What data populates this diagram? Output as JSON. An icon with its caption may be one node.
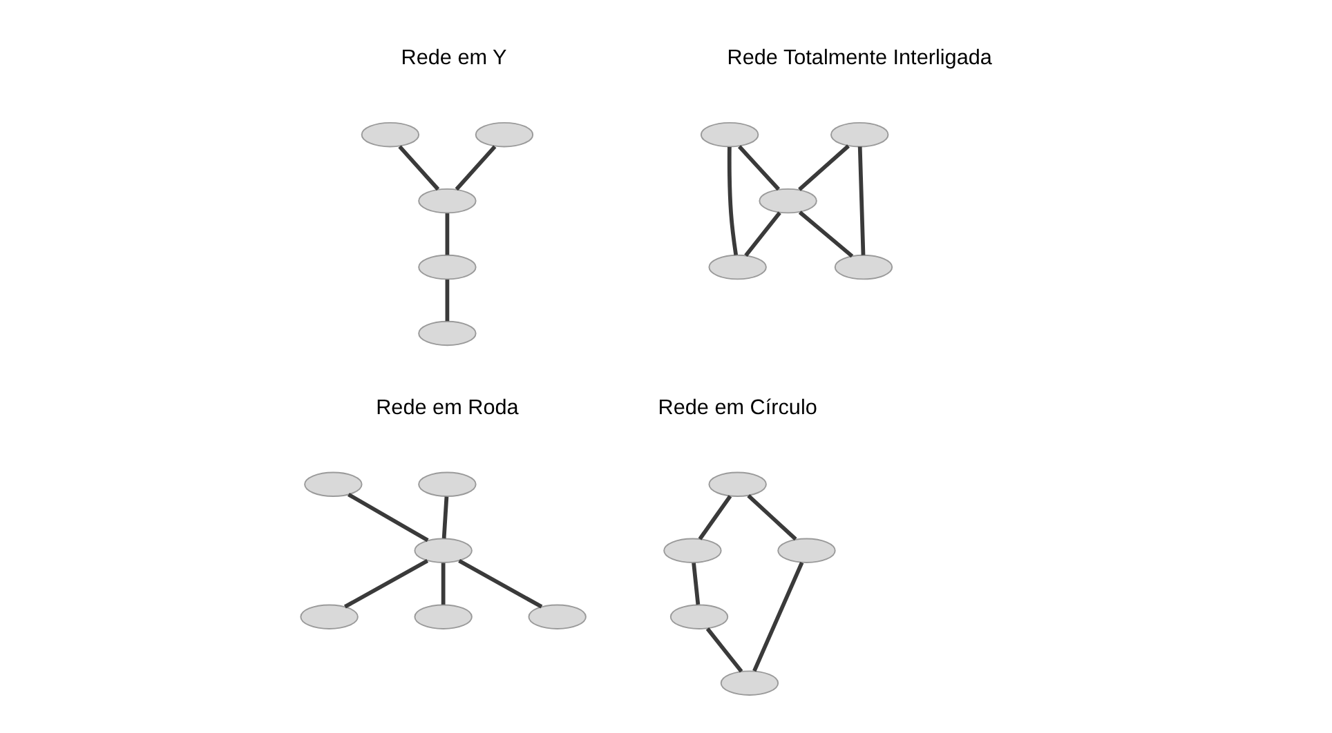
{
  "diagram": {
    "nodes": [
      {
        "text": [],
        "shape": "ellipse"
      },
      {
        "text": [],
        "shape": "ellipse"
      },
      {
        "text": [],
        "shape": "ellipse"
      },
      {
        "text": [],
        "shape": "ellipse"
      },
      {
        "text": [],
        "shape": "ellipse"
      },
      {
        "text": [],
        "shape": "ellipse"
      },
      {
        "text": [],
        "shape": "ellipse"
      },
      {
        "text": [],
        "shape": "ellipse"
      },
      {
        "text": [],
        "shape": "ellipse"
      },
      {
        "text": [],
        "shape": "ellipse"
      },
      {
        "text": [],
        "shape": "ellipse"
      },
      {
        "text": [],
        "shape": "ellipse"
      },
      {
        "text": [],
        "shape": "ellipse"
      },
      {
        "text": [],
        "shape": "ellipse"
      },
      {
        "text": [],
        "shape": "ellipse"
      },
      {
        "text": [],
        "shape": "ellipse"
      },
      {
        "text": [],
        "shape": "ellipse"
      },
      {
        "text": [],
        "shape": "ellipse"
      },
      {
        "text": [],
        "shape": "ellipse"
      },
      {
        "text": [],
        "shape": "ellipse"
      },
      {
        "text": [],
        "shape": "ellipse"
      }
    ],
    "edges": [
      {
        "from": 0,
        "to": 2,
        "arrow": "none"
      },
      {
        "from": 1,
        "to": 2,
        "arrow": "none"
      },
      {
        "from": 2,
        "to": 3,
        "arrow": "none"
      },
      {
        "from": 3,
        "to": 4,
        "arrow": "none"
      },
      {
        "from": 5,
        "to": 7,
        "arrow": "none"
      },
      {
        "from": 6,
        "to": 7,
        "arrow": "none"
      },
      {
        "from": 5,
        "to": 8,
        "arrow": "none"
      },
      {
        "from": 6,
        "to": 9,
        "arrow": "none"
      },
      {
        "from": 7,
        "to": 8,
        "arrow": "none"
      },
      {
        "from": 7,
        "to": 9,
        "arrow": "none"
      },
      {
        "from": 10,
        "to": 12,
        "arrow": "none"
      },
      {
        "from": 11,
        "to": 12,
        "arrow": "none"
      },
      {
        "from": 12,
        "to": 13,
        "arrow": "none"
      },
      {
        "from": 12,
        "to": 14,
        "arrow": "none"
      },
      {
        "from": 12,
        "to": 15,
        "arrow": "none"
      },
      {
        "from": 16,
        "to": 17,
        "arrow": "none"
      },
      {
        "from": 16,
        "to": 18,
        "arrow": "none"
      },
      {
        "from": 17,
        "to": 19,
        "arrow": "none"
      },
      {
        "from": 18,
        "to": 20,
        "arrow": "none"
      },
      {
        "from": 19,
        "to": 20,
        "arrow": "none"
      }
    ],
    "labels": [
      "Rede em Y",
      "Rede Totalmente Interligada",
      "Rede em Roda",
      "Rede em Círculo"
    ]
  }
}
